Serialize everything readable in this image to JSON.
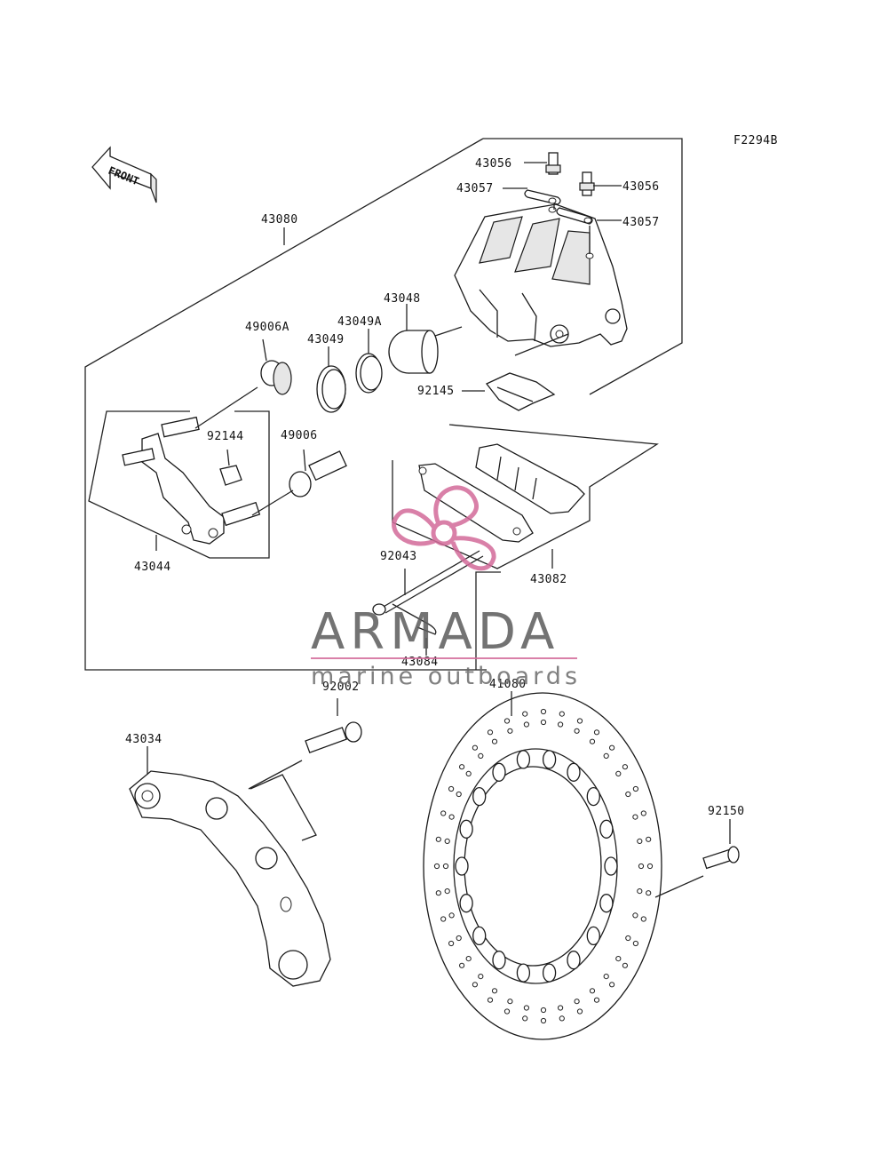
{
  "diagram": {
    "code": "F2294B",
    "front_arrow_label": "FRONT",
    "parts": {
      "p43056a": "43056",
      "p43056b": "43056",
      "p43057a": "43057",
      "p43057b": "43057",
      "p43080": "43080",
      "p43048": "43048",
      "p49006A": "49006A",
      "p43049A": "43049A",
      "p43049": "43049",
      "p92145": "92145",
      "p92144": "92144",
      "p49006": "49006",
      "p43044": "43044",
      "p92043": "92043",
      "p43082": "43082",
      "p43084": "43084",
      "p92002": "92002",
      "p41080": "41080",
      "p43034": "43034",
      "p92150": "92150"
    }
  },
  "watermark": {
    "brand": "ARMADA",
    "tagline": "marine outboards",
    "accent_color": "#d36b9a"
  }
}
